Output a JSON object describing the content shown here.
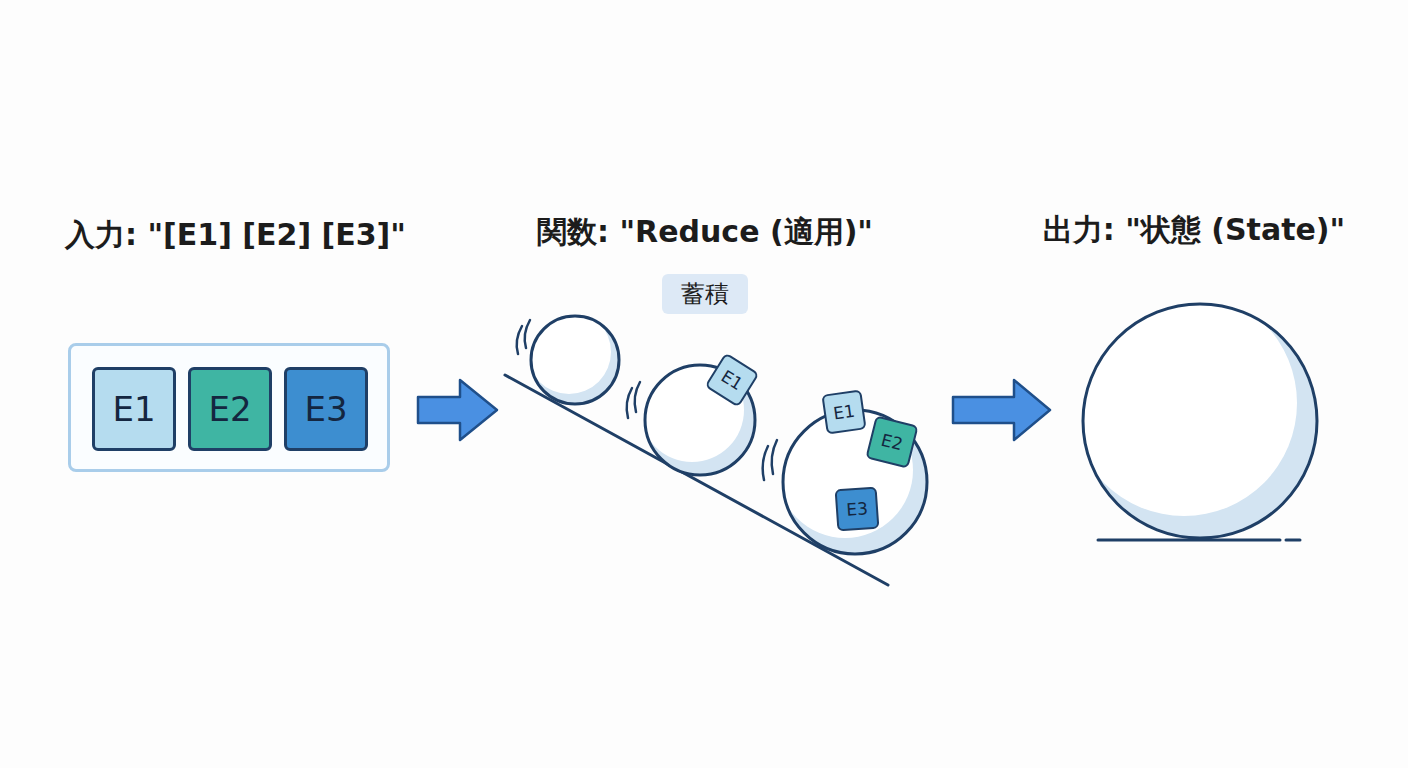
{
  "diagram": {
    "nodes": [
      {
        "text": [
          "入力: \"[E1] [E2] [E3]\""
        ]
      },
      {
        "text": [
          "E1"
        ],
        "in": 0
      },
      {
        "text": [
          "E2"
        ],
        "in": 0
      },
      {
        "text": [
          "E3"
        ],
        "in": 0
      },
      {
        "text": [
          "蓄積"
        ]
      },
      {
        "text": [
          "E1"
        ]
      },
      {
        "text": [
          "E1"
        ]
      },
      {
        "text": [
          "E2"
        ]
      },
      {
        "text": [
          "E3"
        ]
      },
      {
        "text": [
          "出力: \"状態 (State)\""
        ]
      }
    ],
    "labels": [
      "関数: \"Reduce (適用)\""
    ]
  }
}
